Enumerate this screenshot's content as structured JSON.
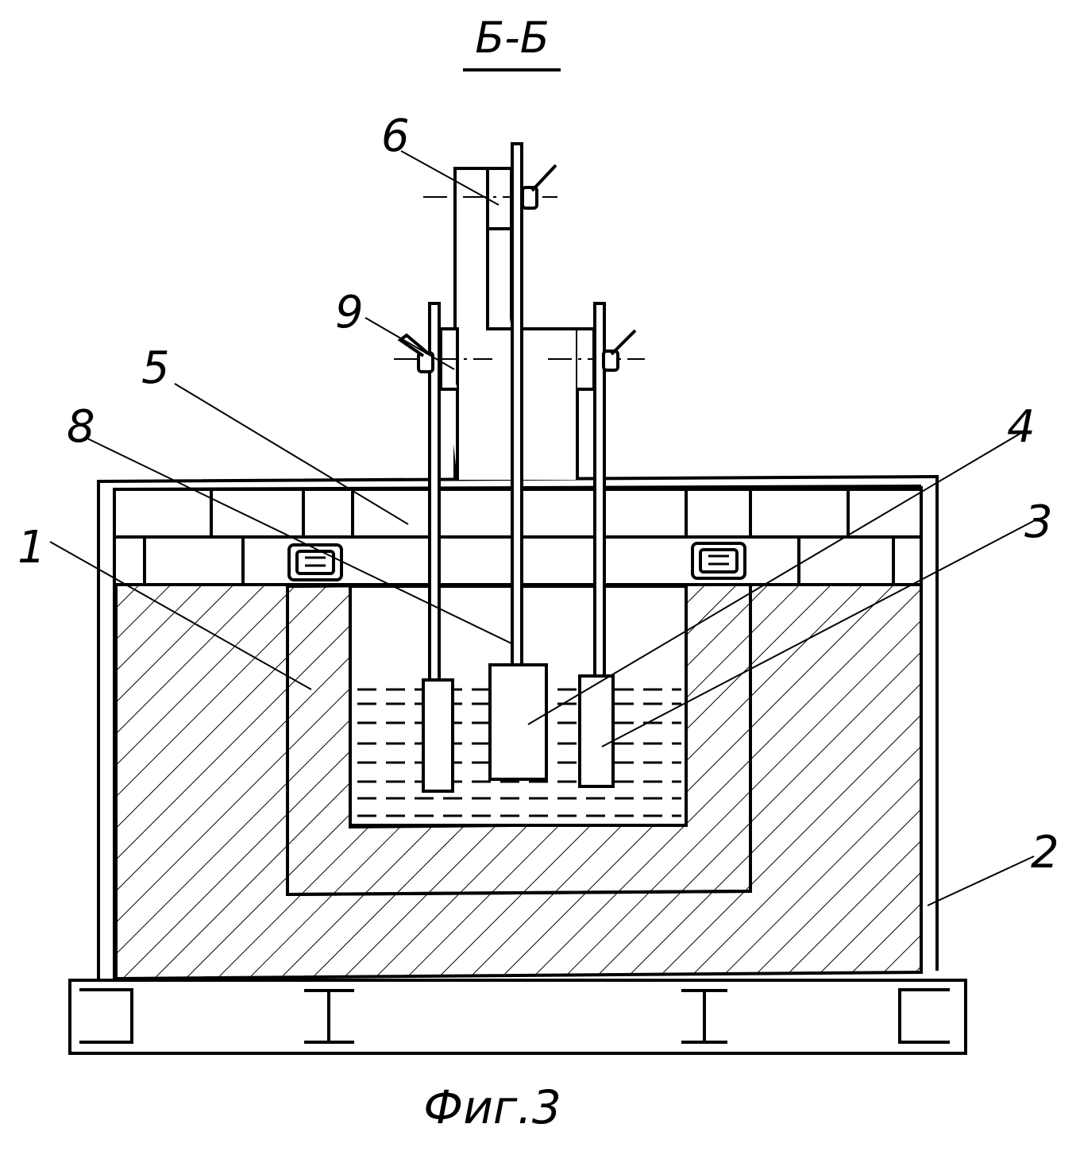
{
  "section_title": "Б-Б",
  "figure_caption": "Фиг.3",
  "callouts": {
    "c1": "1",
    "c2": "2",
    "c3": "3",
    "c4": "4",
    "c5": "5",
    "c6": "6",
    "c8": "8",
    "c9": "9"
  },
  "colors": {
    "ink": "#000000",
    "paper": "#ffffff"
  }
}
